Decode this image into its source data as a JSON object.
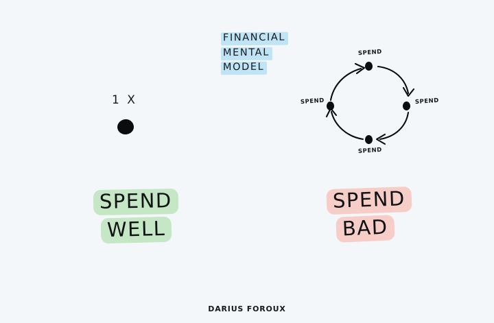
{
  "background_color": "#f4f7fa",
  "ink_color": "#0b0c0e",
  "title": {
    "lines": [
      "FINANCIAL",
      "MENTAL",
      "MODEL"
    ],
    "highlight_color": "#bfe4f6"
  },
  "left_concept": {
    "label": "1 X",
    "dot_icon": "filled-circle-icon"
  },
  "cycle": {
    "nodes": [
      {
        "position": "top",
        "label": "SPEND"
      },
      {
        "position": "right",
        "label": "SPEND"
      },
      {
        "position": "bottom",
        "label": "SPEND"
      },
      {
        "position": "left",
        "label": "SPEND"
      }
    ],
    "direction": "clockwise",
    "arrow_count": 4
  },
  "phrases": {
    "good": {
      "lines": [
        "SPEND",
        "WELL"
      ],
      "highlight_color": "#c6e7c5"
    },
    "bad": {
      "lines": [
        "SPEND",
        "BAD"
      ],
      "highlight_color": "#f6cdc7"
    }
  },
  "footer": {
    "signature": "DARIUS FOROUX"
  }
}
